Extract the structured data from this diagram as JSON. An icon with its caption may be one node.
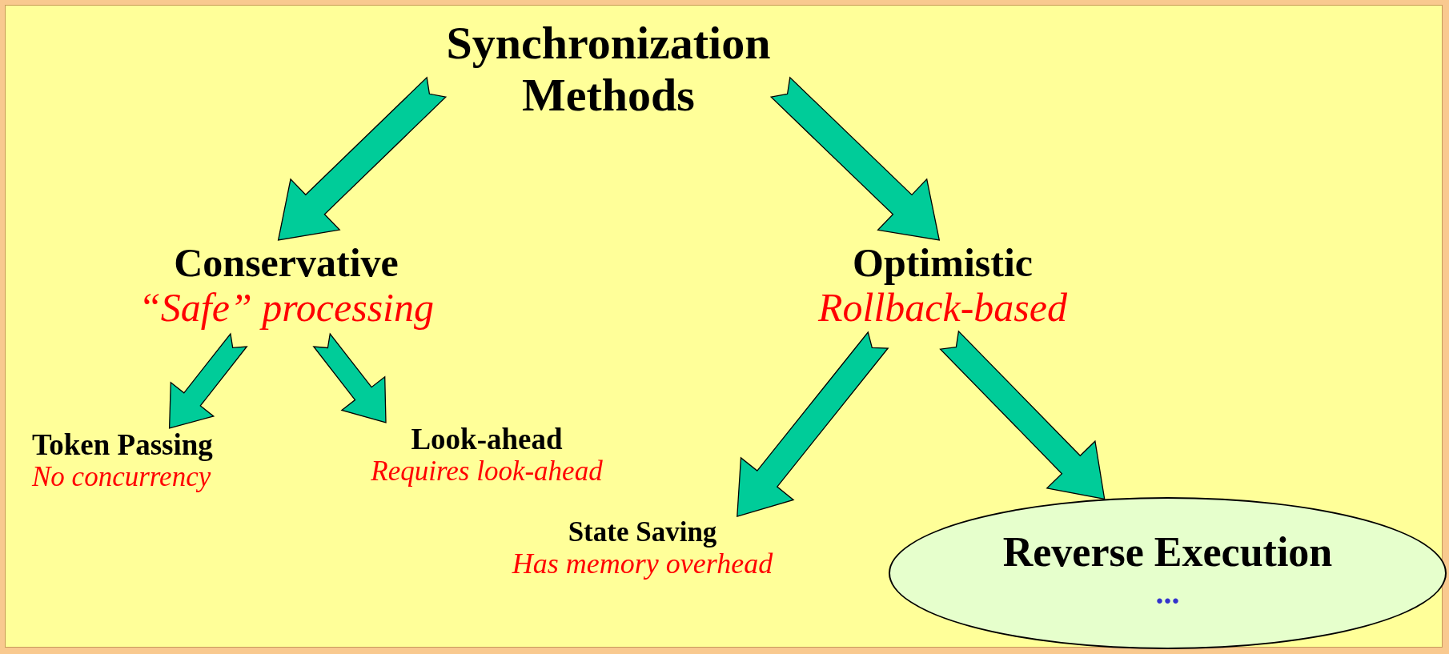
{
  "diagram": {
    "nodes": [
      {
        "text": [
          "Synchronization Methods"
        ]
      },
      {
        "text": [
          "Conservative",
          "“Safe” processing"
        ]
      },
      {
        "text": [
          "Optimistic",
          "Rollback-based"
        ]
      },
      {
        "text": [
          "Token Passing",
          "No concurrency"
        ]
      },
      {
        "text": [
          "Look-ahead",
          "Requires look-ahead"
        ]
      },
      {
        "text": [
          "State Saving",
          "Has memory overhead"
        ]
      },
      {
        "text": [
          "Reverse Execution",
          "..."
        ]
      }
    ],
    "edges": [
      {
        "from": 0,
        "to": 1,
        "arrow": "to"
      },
      {
        "from": 0,
        "to": 2,
        "arrow": "to"
      },
      {
        "from": 1,
        "to": 3,
        "arrow": "to"
      },
      {
        "from": 1,
        "to": 4,
        "arrow": "to"
      },
      {
        "from": 2,
        "to": 5,
        "arrow": "to"
      },
      {
        "from": 2,
        "to": 6,
        "arrow": "to"
      }
    ]
  }
}
